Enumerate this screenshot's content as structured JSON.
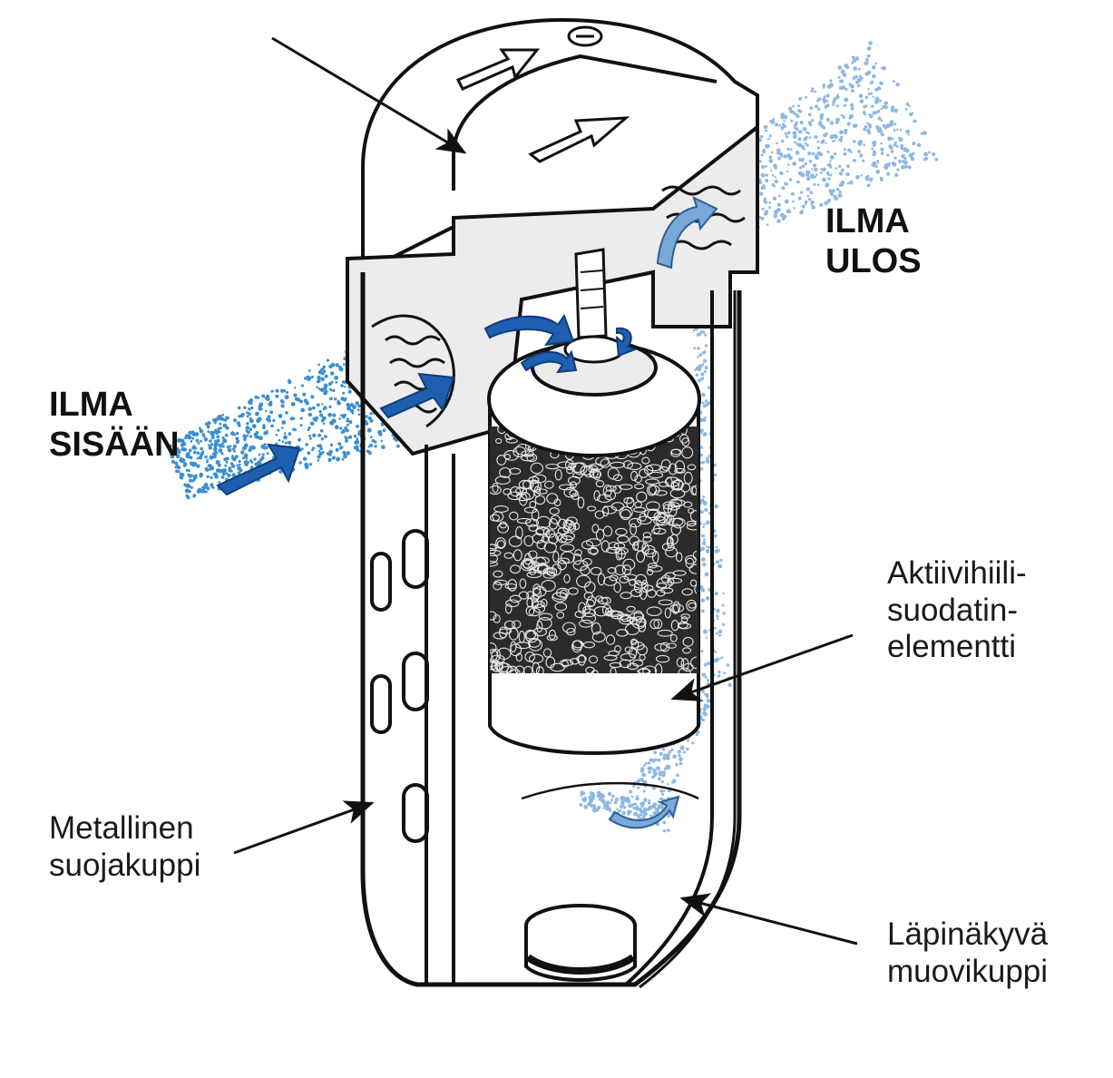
{
  "labels": {
    "air_in": {
      "line1": "ILMA",
      "line2": "SISÄÄN"
    },
    "air_out": {
      "line1": "ILMA",
      "line2": "ULOS"
    },
    "filter_element": {
      "line1": "Aktiivihiili-",
      "line2": "suodatin-",
      "line3": "elementti"
    },
    "metal_guard": {
      "line1": "Metallinen",
      "line2": "suojakuppi"
    },
    "plastic_bowl": {
      "line1": "Läpinäkyvä",
      "line2": "muovikuppi"
    }
  },
  "colors": {
    "line": "#111111",
    "body_fill": "#ffffff",
    "head_fill": "#ececec",
    "carbon": "#2b2b2b",
    "air_dots": "#3b8fd0",
    "flow_arrow_in": "#1f5fb0",
    "flow_arrow_out": "#7aa9d8"
  },
  "icons": [
    "flow-arrow-icon",
    "pointer-arrow-icon"
  ]
}
